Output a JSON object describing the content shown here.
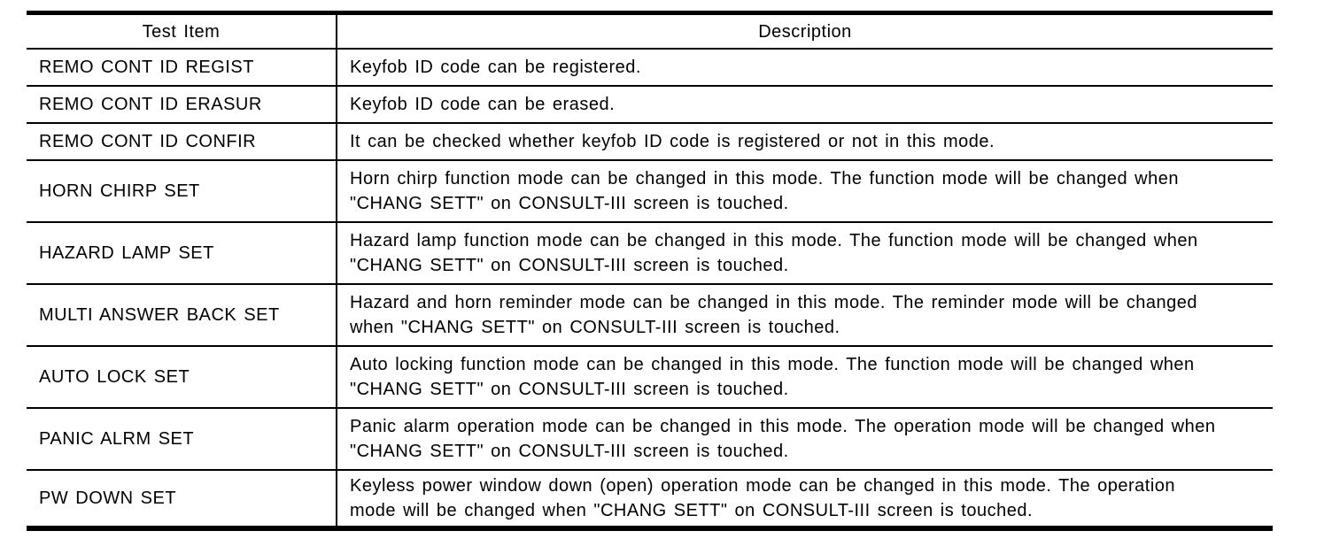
{
  "colors": {
    "background": "#ffffff",
    "border": "#000000",
    "text": "#000000"
  },
  "table": {
    "columns": [
      {
        "label": "Test Item"
      },
      {
        "label": "Description"
      }
    ],
    "rows": [
      {
        "test_item": "REMO CONT ID REGIST",
        "description": "Keyfob ID code can be registered."
      },
      {
        "test_item": "REMO CONT ID ERASUR",
        "description": "Keyfob ID code can be erased."
      },
      {
        "test_item": "REMO CONT ID CONFIR",
        "description": "It can be checked whether keyfob ID code is registered or not in this mode."
      },
      {
        "test_item": "HORN CHIRP SET",
        "description": "Horn chirp function mode can be changed in this mode. The function mode will be changed when\n\"CHANG SETT\" on CONSULT-III screen is touched."
      },
      {
        "test_item": "HAZARD LAMP SET",
        "description": "Hazard lamp function mode can be changed in this mode. The function mode will be changed when\n\"CHANG SETT\" on CONSULT-III screen is touched."
      },
      {
        "test_item": "MULTI ANSWER BACK SET",
        "description": "Hazard and horn reminder mode can be changed in this mode. The reminder mode will be changed\nwhen \"CHANG SETT\" on CONSULT-III screen is touched."
      },
      {
        "test_item": "AUTO LOCK SET",
        "description": "Auto locking function mode can be changed in this mode. The function mode will be changed when\n\"CHANG SETT\" on CONSULT-III screen is touched."
      },
      {
        "test_item": "PANIC ALRM SET",
        "description": "Panic alarm operation mode can be changed in this mode. The operation mode will be changed when\n\"CHANG SETT\" on CONSULT-III screen is touched."
      },
      {
        "test_item": "PW DOWN SET",
        "description": "Keyless power window down (open) operation mode can be changed in this mode. The operation\nmode will be changed when \"CHANG SETT\" on CONSULT-III screen is touched."
      }
    ]
  }
}
